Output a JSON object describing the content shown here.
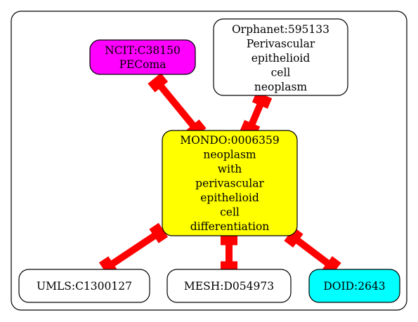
{
  "graph": {
    "nodes": [
      {
        "id": "mondo",
        "lines": [
          "MONDO:0006359",
          "neoplasm",
          "with",
          "perivascular",
          "epithelioid",
          "cell",
          "differentiation"
        ],
        "fill": "#ffff00"
      },
      {
        "id": "ncit",
        "lines": [
          "NCIT:C38150",
          "PEComa"
        ],
        "fill": "#ff00ff"
      },
      {
        "id": "orphanet",
        "lines": [
          "Orphanet:595133",
          "Perivascular",
          "epithelioid",
          "cell",
          "neoplasm"
        ],
        "fill": "#ffffff"
      },
      {
        "id": "umls",
        "lines": [
          "UMLS:C1300127"
        ],
        "fill": "#ffffff"
      },
      {
        "id": "mesh",
        "lines": [
          "MESH:D054973"
        ],
        "fill": "#ffffff"
      },
      {
        "id": "doid",
        "lines": [
          "DOID:2643"
        ],
        "fill": "#00ffff"
      }
    ],
    "edges": [
      {
        "from": "ncit",
        "to": "mondo"
      },
      {
        "from": "orphanet",
        "to": "mondo"
      },
      {
        "from": "mondo",
        "to": "umls"
      },
      {
        "from": "mondo",
        "to": "mesh"
      },
      {
        "from": "mondo",
        "to": "doid"
      }
    ],
    "edge_color": "#ff0000"
  }
}
